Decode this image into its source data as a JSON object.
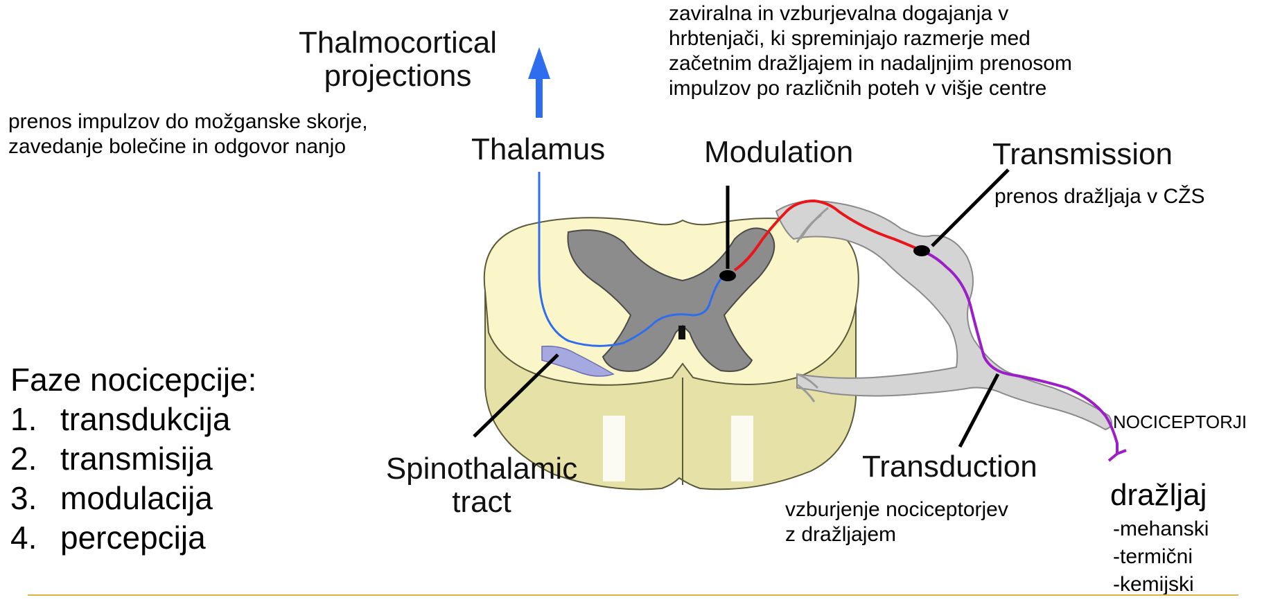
{
  "labels": {
    "thalmocortical_line1": "Thalmocortical",
    "thalmocortical_line2": "projections",
    "thalamus": "Thalamus",
    "modulation": "Modulation",
    "transmission": "Transmission",
    "spinothalamic_line1": "Spinothalamic",
    "spinothalamic_line2": "tract",
    "transduction": "Transduction",
    "nociceptorji": "NOCICEPTORJI"
  },
  "captions": {
    "thalamus_desc_line1": "prenos impulzov do možganske skorje,",
    "thalamus_desc_line2": "zavedanje bolečine in odgovor nanjo",
    "modulation_desc_line1": "zaviralna in vzburjevalna dogajanja v",
    "modulation_desc_line2": "hrbtenjači, ki spreminjajo razmerje med",
    "modulation_desc_line3": "začetnim dražljajem in nadaljnjim prenosom",
    "modulation_desc_line4": "impulzov po različnih poteh v višje centre",
    "transmission_desc": "prenos dražljaja v CŽS",
    "transduction_desc_line1": "vzburjenje nociceptorjev",
    "transduction_desc_line2": "z dražljajem"
  },
  "phases": {
    "title": "Faze nocicepcije:",
    "items": [
      {
        "num": "1.",
        "label": "transdukcija"
      },
      {
        "num": "2.",
        "label": "transmisija"
      },
      {
        "num": "3.",
        "label": "modulacija"
      },
      {
        "num": "4.",
        "label": "percepcija"
      }
    ]
  },
  "stimulus": {
    "title": "dražljaj",
    "types": [
      "-mehanski",
      "-termični",
      "-kemijski"
    ]
  },
  "colors": {
    "spinal_cord_white_matter": "#fbf6c9",
    "spinal_cord_side": "#e6e1a6",
    "grey_matter": "#8c8c8c",
    "nerve_grey": "#d4d4d4",
    "tract_region": "#a6a9e0",
    "ascending_pathway": "#2d6dee",
    "transmission_fiber": "#e8161b",
    "nociceptor_fiber": "#9b1fc6",
    "pointer": "#000000",
    "footer_line": "#d8b347"
  }
}
